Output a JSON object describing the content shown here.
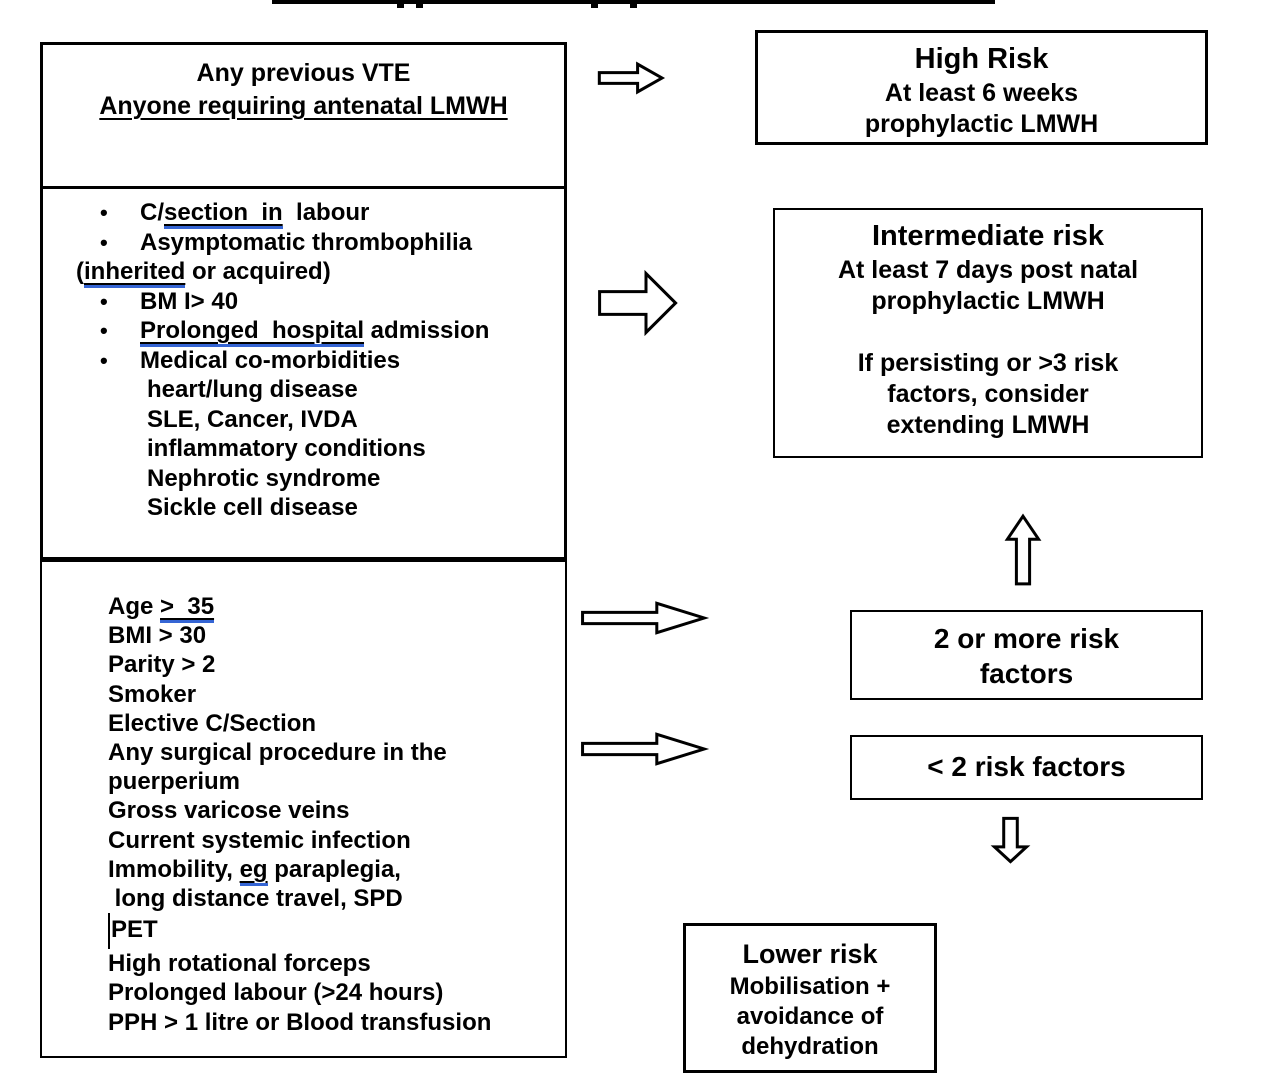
{
  "colors": {
    "ink": "#000000",
    "underline_blue": "#3565D4",
    "background": "#ffffff"
  },
  "top_title": {
    "note_text": ""
  },
  "left_column": {
    "box1": {
      "lines": [
        {
          "segments": [
            {
              "t": "Any previous VTE"
            }
          ]
        },
        {
          "segments": [
            {
              "t": "Anyone requiring antenatal LMWH",
              "u": "plain"
            }
          ]
        }
      ]
    },
    "box2": {
      "items": [
        {
          "bullet": true,
          "segments": [
            {
              "t": "C/"
            },
            {
              "t": "section  in",
              "u": "bu"
            },
            {
              "t": "  labour"
            }
          ]
        },
        {
          "bullet": true,
          "segments": [
            {
              "t": "Asymptomatic thrombophilia"
            }
          ]
        },
        {
          "cls": "paren",
          "segments": [
            {
              "t": "("
            },
            {
              "t": "inherited",
              "u": "bu"
            },
            {
              "t": " or acquired)"
            }
          ]
        },
        {
          "bullet": true,
          "segments": [
            {
              "t": "BM I> 40"
            }
          ]
        },
        {
          "bullet": true,
          "segments": [
            {
              "t": "Prolonged  hospital",
              "u": "bu"
            },
            {
              "t": " admission"
            }
          ]
        },
        {
          "bullet": true,
          "segments": [
            {
              "t": "Medical co-morbidities"
            }
          ]
        },
        {
          "cls": "sub",
          "segments": [
            {
              "t": "heart/lung disease"
            }
          ]
        },
        {
          "cls": "sub",
          "segments": [
            {
              "t": "SLE, Cancer, IVDA"
            }
          ]
        },
        {
          "cls": "sub",
          "segments": [
            {
              "t": "inflammatory conditions"
            }
          ]
        },
        {
          "cls": "sub",
          "segments": [
            {
              "t": "Nephrotic syndrome"
            }
          ]
        },
        {
          "cls": "sub",
          "segments": [
            {
              "t": "Sickle cell disease"
            }
          ]
        }
      ]
    },
    "box3": {
      "items": [
        {
          "segments": [
            {
              "t": "Age "
            },
            {
              "t": ">  35",
              "u": "bu"
            }
          ]
        },
        {
          "segments": [
            {
              "t": "BMI > 30"
            }
          ]
        },
        {
          "segments": [
            {
              "t": "Parity > 2"
            }
          ]
        },
        {
          "segments": [
            {
              "t": "Smoker"
            }
          ]
        },
        {
          "segments": [
            {
              "t": "Elective C/Section"
            }
          ]
        },
        {
          "segments": [
            {
              "t": "Any surgical procedure in the"
            }
          ]
        },
        {
          "segments": [
            {
              "t": "puerperium"
            }
          ]
        },
        {
          "segments": [
            {
              "t": "Gross varicose veins"
            }
          ]
        },
        {
          "segments": [
            {
              "t": "Current systemic infection"
            }
          ]
        },
        {
          "segments": [
            {
              "t": "Immobility, "
            },
            {
              "t": "eg",
              "u": "bu"
            },
            {
              "t": " paraplegia,"
            }
          ]
        },
        {
          "segments": [
            {
              "t": " long distance travel, SPD"
            }
          ]
        },
        {
          "segments": [
            {
              "bar": true
            },
            {
              "t": "PET"
            }
          ]
        },
        {
          "segments": [
            {
              "t": "High rotational forceps"
            }
          ]
        },
        {
          "segments": [
            {
              "t": "Prolonged labour (>24 hours)"
            }
          ]
        },
        {
          "segments": [
            {
              "t": "PPH > 1 litre or Blood transfusion"
            }
          ]
        }
      ]
    }
  },
  "right_column": {
    "high_risk": {
      "title": "High Risk",
      "lines": [
        {
          "segments": [
            {
              "t": "At least 6 weeks"
            }
          ]
        },
        {
          "segments": [
            {
              "t": "prophylactic LMWH"
            }
          ]
        }
      ]
    },
    "intermediate_risk": {
      "title": "Intermediate risk",
      "lines": [
        {
          "segments": [
            {
              "t": "At least 7 days post natal"
            }
          ]
        },
        {
          "segments": [
            {
              "t": "prophylactic LMWH"
            }
          ]
        },
        {
          "segments": [
            {
              "t": " "
            }
          ]
        },
        {
          "segments": [
            {
              "t": "If persisting or >3 risk"
            }
          ]
        },
        {
          "segments": [
            {
              "t": "factors, consider"
            }
          ]
        },
        {
          "segments": [
            {
              "t": "extending LMWH"
            }
          ]
        }
      ]
    },
    "two_or_more": {
      "lines": [
        {
          "segments": [
            {
              "t": "2 or more risk"
            }
          ]
        },
        {
          "segments": [
            {
              "t": "factors"
            }
          ]
        }
      ]
    },
    "less_than_two": {
      "label": "< 2 risk factors"
    },
    "lower_risk": {
      "title": "Lower risk",
      "lines": [
        {
          "segments": [
            {
              "t": "Mobilisation +"
            }
          ]
        },
        {
          "segments": [
            {
              "t": "avoidance of"
            }
          ]
        },
        {
          "segments": [
            {
              "t": "dehydration"
            }
          ]
        }
      ]
    }
  }
}
